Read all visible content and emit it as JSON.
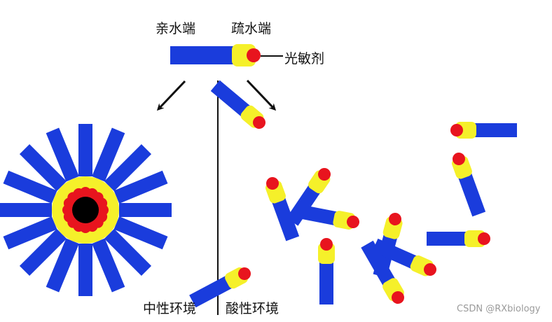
{
  "labels": {
    "hydrophilic": "亲水端",
    "hydrophobic": "疏水端",
    "photosensitizer": "光敏剂",
    "neutral_env": "中性环境",
    "acidic_env": "酸性环境"
  },
  "watermark": "CSDN @RXbiology",
  "colors": {
    "hydrophilic": "#1a3cdc",
    "hydrophobic": "#f5f02a",
    "photosensitizer": "#e8141e",
    "core": "#000000"
  }
}
